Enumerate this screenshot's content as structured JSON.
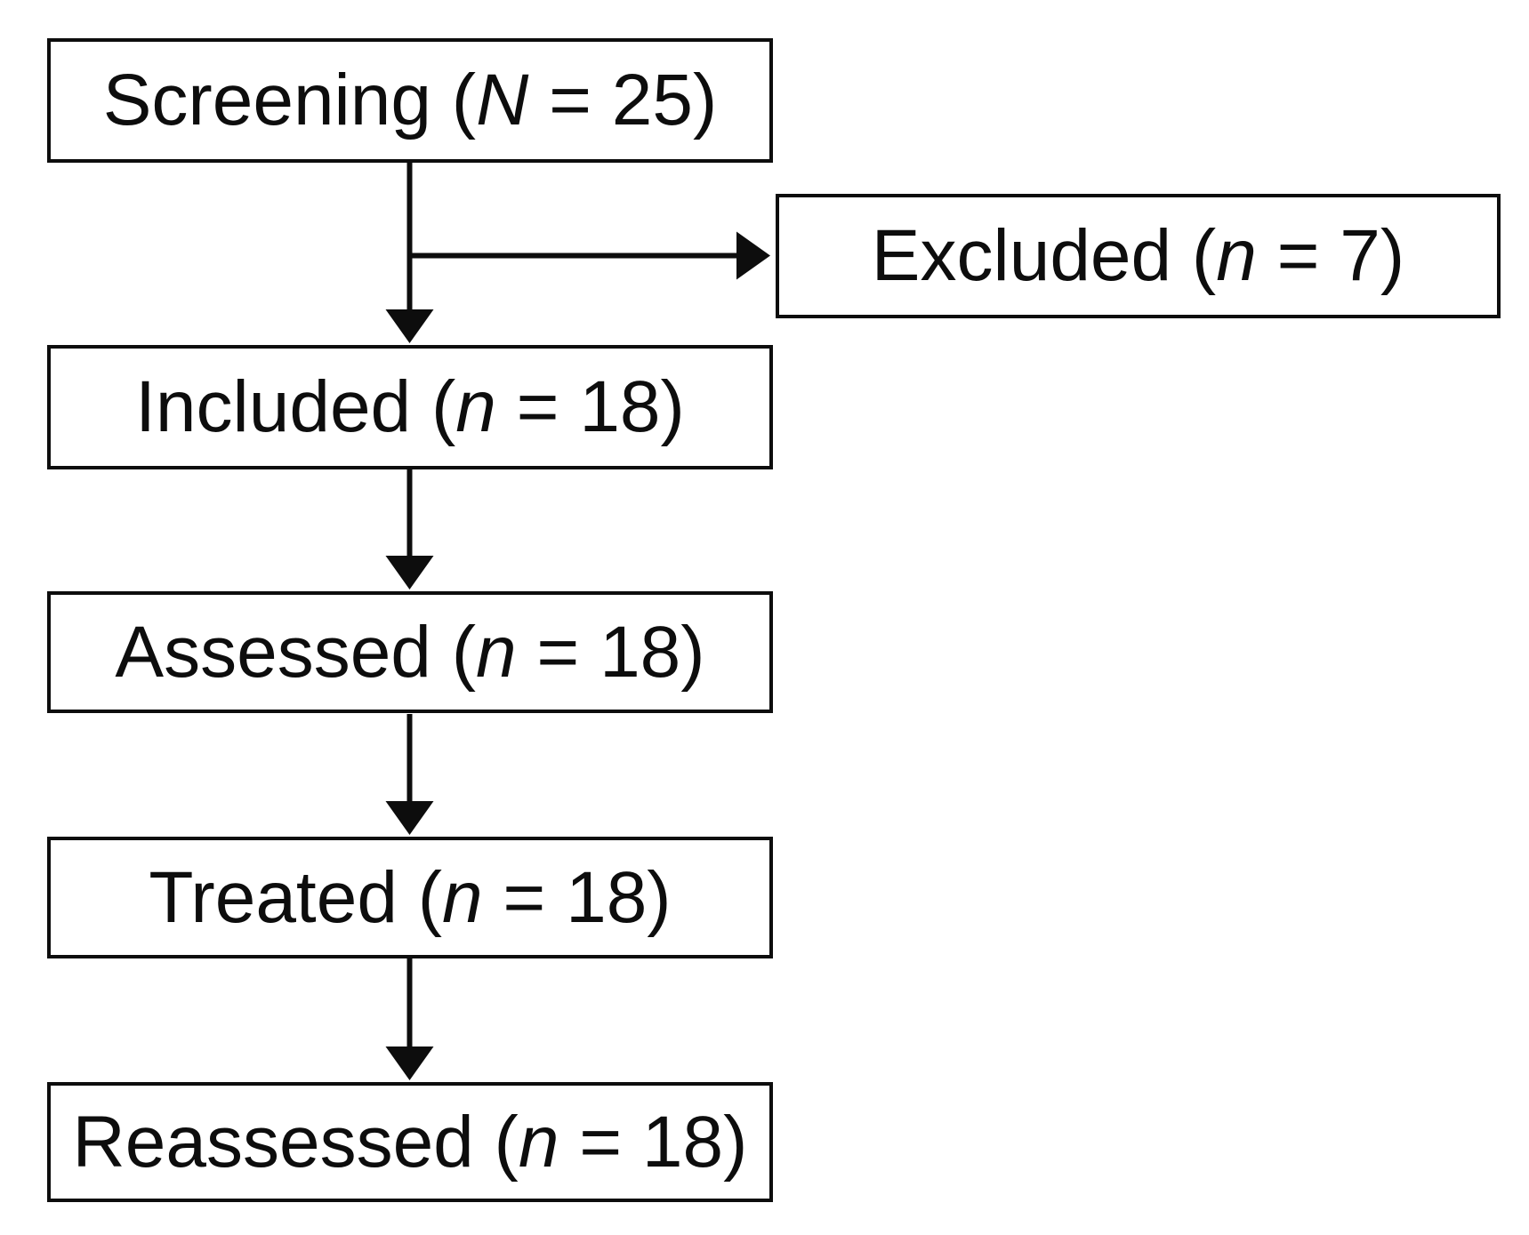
{
  "page": {
    "background_color": "#ffffff",
    "line_color": "#0d0d0d"
  },
  "flowchart": {
    "boxes": [
      {
        "id": "screening",
        "prefix": "Screening (",
        "variable": "N",
        "suffix": " = 25)"
      },
      {
        "id": "excluded",
        "prefix": "Excluded (",
        "variable": "n",
        "suffix": " = 7)"
      },
      {
        "id": "included",
        "prefix": "Included (",
        "variable": "n",
        "suffix": " = 18)"
      },
      {
        "id": "assessed",
        "prefix": "Assessed (",
        "variable": "n",
        "suffix": " = 18)"
      },
      {
        "id": "treated",
        "prefix": "Treated (",
        "variable": "n",
        "suffix": " = 18)"
      },
      {
        "id": "reassessed",
        "prefix": "Reassessed (",
        "variable": "n",
        "suffix": " = 18)"
      }
    ],
    "edges": [
      {
        "from": "screening",
        "to": "excluded"
      },
      {
        "from": "screening",
        "to": "included"
      },
      {
        "from": "included",
        "to": "assessed"
      },
      {
        "from": "assessed",
        "to": "treated"
      },
      {
        "from": "treated",
        "to": "reassessed"
      }
    ]
  }
}
